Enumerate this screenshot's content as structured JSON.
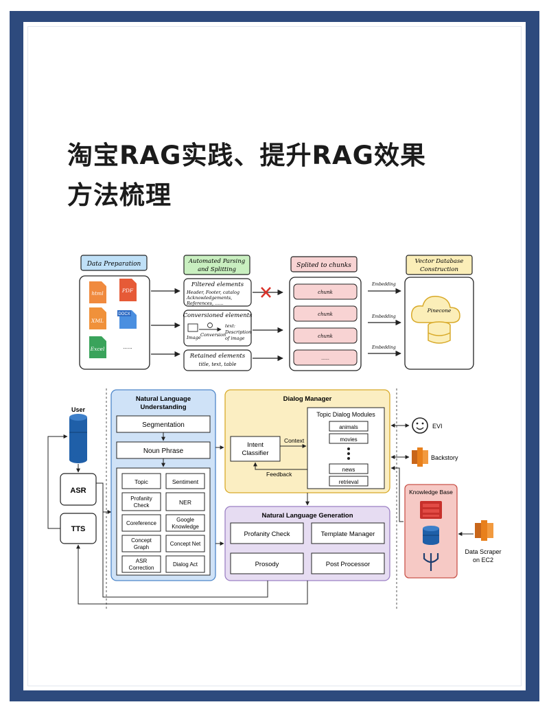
{
  "title": {
    "line1": "淘宝RAG实践、提升RAG效果",
    "line2": "方法梳理"
  },
  "pipeline": {
    "stages": {
      "data_prep": "Data Preparation",
      "parsing_1": "Automated Parsing",
      "parsing_2": "and Splitting",
      "chunks": "Splited to chunks",
      "vector_1": "Vector Database",
      "vector_2": "Construction"
    },
    "files": {
      "html": "html",
      "pdf": "PDF",
      "xml": "XML",
      "docx": "DOCX",
      "excel": "Excel",
      "more": "......"
    },
    "filtered": {
      "title": "Filtered elements",
      "l1": "Header, Footer, catalog",
      "l2": "Acknowledgements,",
      "l3": "References, ......"
    },
    "conversion": {
      "title": "Conversioned elements",
      "image": "Image",
      "conv": "Conversion",
      "text": "text:",
      "desc": "Description",
      "of": "of image"
    },
    "retained": {
      "title": "Retained elements",
      "sub": "title, text, table"
    },
    "chunks": [
      "chunk",
      "chunk",
      "chunk",
      "......"
    ],
    "embedding": "Embedding",
    "pinecone": "Pinecone",
    "colors": {
      "prep": "#bfe0f7",
      "parse": "#c9efc0",
      "chunk": "#f8d3d3",
      "vector": "#fbeeb8",
      "reject": "#d9332a"
    }
  },
  "architecture": {
    "user": "User",
    "asr": "ASR",
    "tts": "TTS",
    "nlu": {
      "title_1": "Natural Language",
      "title_2": "Understanding",
      "segmentation": "Segmentation",
      "noun_phrase": "Noun Phrase",
      "topic": "Topic",
      "sentiment": "Sentiment",
      "profanity_1": "Profanity",
      "profanity_2": "Check",
      "ner": "NER",
      "google_1": "Google",
      "google_2": "Knowledge",
      "coreference": "Coreference",
      "concept_graph_1": "Concept",
      "concept_graph_2": "Graph",
      "concept_net": "Concept Net",
      "asr_corr_1": "ASR",
      "asr_corr_2": "Correction",
      "dialog_act": "Dialog Act"
    },
    "dm": {
      "title": "Dialog Manager",
      "intent_1": "Intent",
      "intent_2": "Classifier",
      "context": "Context",
      "feedback": "Feedback",
      "topic_modules": "Topic Dialog Modules",
      "modules": [
        "animals",
        "movies",
        "news",
        "retrieval"
      ]
    },
    "nlg": {
      "title": "Natural Language Generation",
      "profanity": "Profanity Check",
      "template": "Template Manager",
      "prosody": "Prosody",
      "post": "Post Processor"
    },
    "right": {
      "evi": "EVI",
      "backstory": "Backstory",
      "kb": "Knowledge Base",
      "scraper_1": "Data Scraper",
      "scraper_2": "on EC2"
    },
    "colors": {
      "nlu": "#cfe2f7",
      "dm": "#fbeec2",
      "nlg": "#e6dcf2",
      "kb": "#f6c9c5",
      "aws": "#e8801c",
      "db": "#1f5fa8"
    }
  }
}
